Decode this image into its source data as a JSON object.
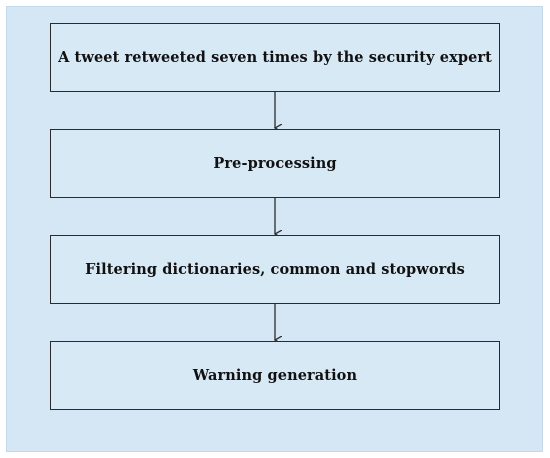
{
  "flowchart": {
    "steps": [
      {
        "label": "A tweet retweeted seven times by the security expert"
      },
      {
        "label": "Pre-processing"
      },
      {
        "label": "Filtering dictionaries, common and stopwords"
      },
      {
        "label": "Warning generation"
      }
    ]
  },
  "colors": {
    "background_panel": "#d5e7f5",
    "box_border": "#2b2b2b",
    "arrow": "#2b2b2b"
  }
}
